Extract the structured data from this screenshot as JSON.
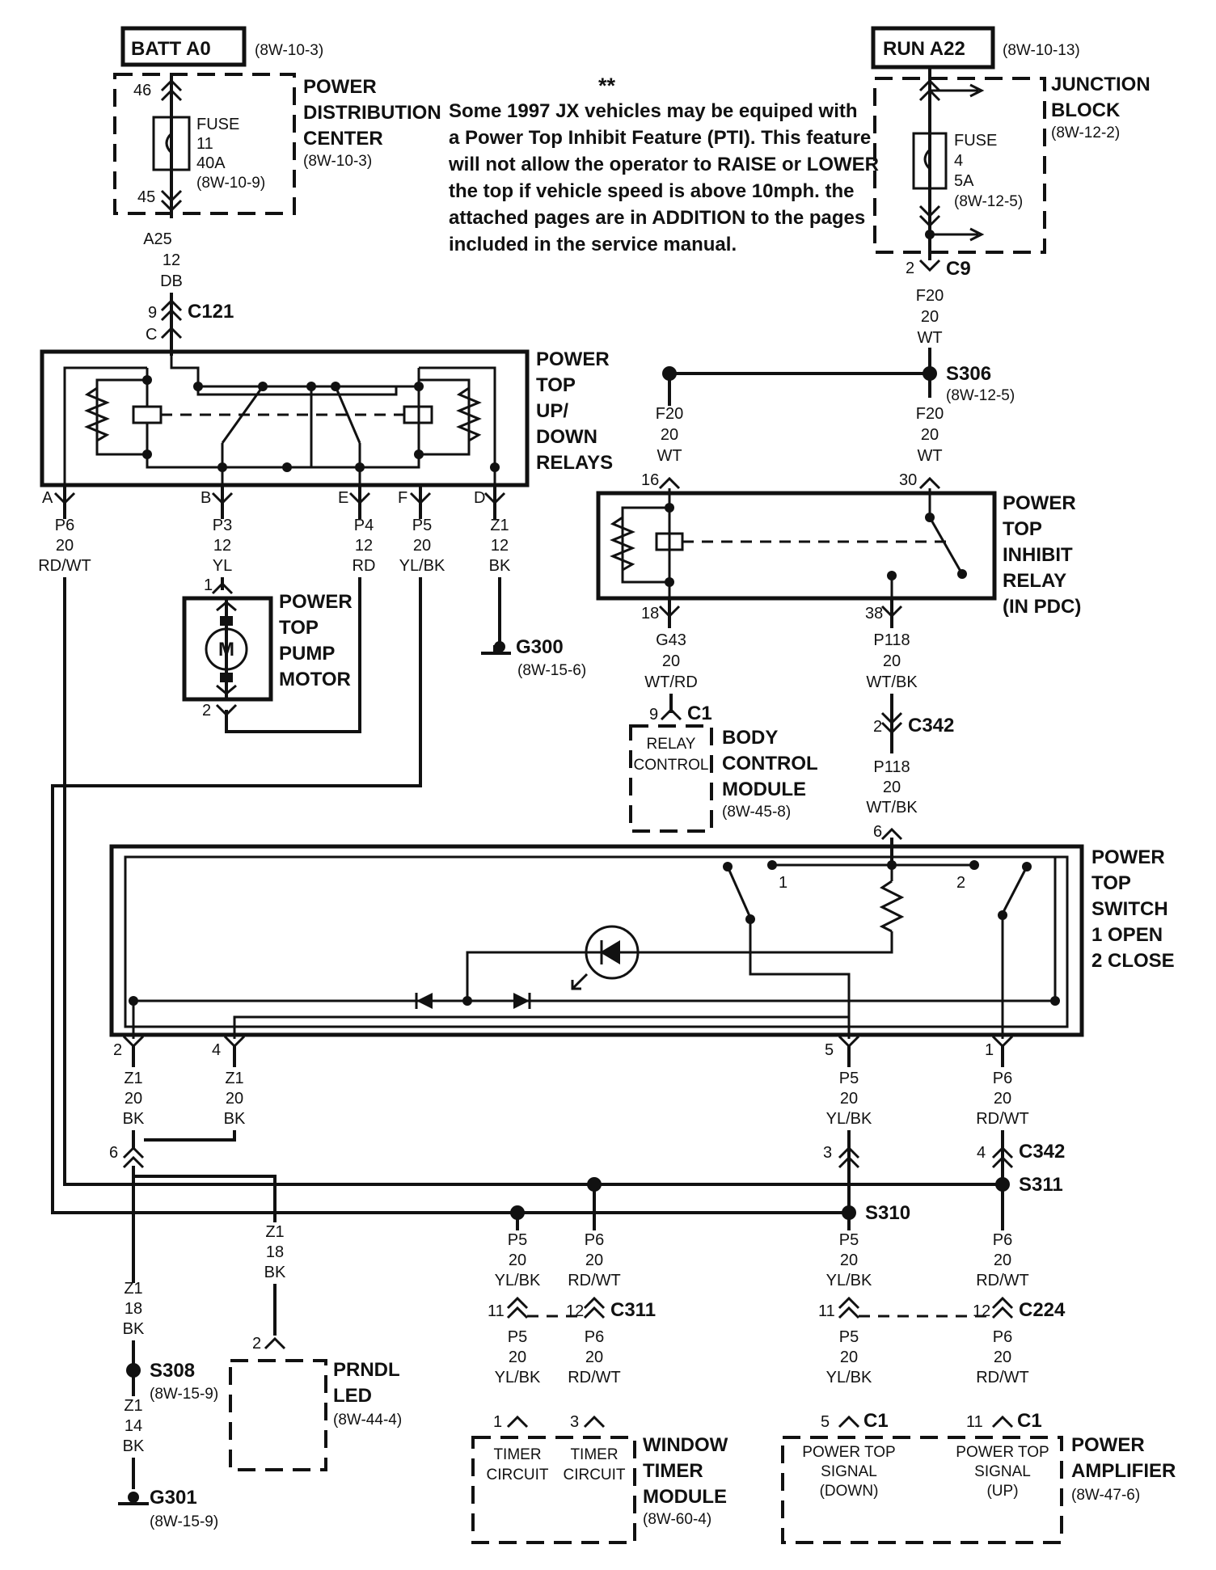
{
  "note": {
    "stars": "**",
    "lines": [
      "Some 1997 JX vehicles may be equiped with",
      "a Power Top Inhibit Feature (PTI). This feature",
      "will not allow the operator to RAISE or LOWER",
      "the top if vehicle speed is above 10mph. the",
      "attached pages are in ADDITION to the pages",
      "included in the service manual."
    ]
  },
  "sources": {
    "batt": {
      "label": "BATT A0",
      "ref": "(8W-10-3)"
    },
    "run": {
      "label": "RUN A22",
      "ref": "(8W-10-13)"
    }
  },
  "pdc": {
    "title": [
      "POWER",
      "DISTRIBUTION",
      "CENTER"
    ],
    "ref": "(8W-10-3)",
    "fuse": [
      "FUSE",
      "11",
      "40A",
      "(8W-10-9)"
    ],
    "pin_in": "46",
    "pin_out": "45"
  },
  "junction_block": {
    "title": [
      "JUNCTION",
      "BLOCK"
    ],
    "ref": "(8W-12-2)",
    "fuse": [
      "FUSE",
      "4",
      "5A",
      "(8W-12-5)"
    ]
  },
  "wires": {
    "a25": [
      "A25",
      "12",
      "DB"
    ],
    "f20_top": [
      "F20",
      "20",
      "WT"
    ],
    "f20_left": [
      "F20",
      "20",
      "WT"
    ],
    "f20_right": [
      "F20",
      "20",
      "WT"
    ],
    "p6_a": [
      "P6",
      "20",
      "RD/WT"
    ],
    "p3": [
      "P3",
      "12",
      "YL"
    ],
    "p4": [
      "P4",
      "12",
      "RD"
    ],
    "p5_f": [
      "P5",
      "20",
      "YL/BK"
    ],
    "z1_d": [
      "Z1",
      "12",
      "BK"
    ],
    "g43": [
      "G43",
      "20",
      "WT/RD"
    ],
    "p118_a": [
      "P118",
      "20",
      "WT/BK"
    ],
    "p118_b": [
      "P118",
      "20",
      "WT/BK"
    ],
    "z1_2": [
      "Z1",
      "20",
      "BK"
    ],
    "z1_4": [
      "Z1",
      "20",
      "BK"
    ],
    "p5_5": [
      "P5",
      "20",
      "YL/BK"
    ],
    "p6_1": [
      "P6",
      "20",
      "RD/WT"
    ],
    "z1_18a": [
      "Z1",
      "18",
      "BK"
    ],
    "z1_18b": [
      "Z1",
      "18",
      "BK"
    ],
    "z1_14": [
      "Z1",
      "14",
      "BK"
    ],
    "p5_w1": [
      "P5",
      "20",
      "YL/BK"
    ],
    "p6_w1": [
      "P6",
      "20",
      "RD/WT"
    ],
    "p5_w2": [
      "P5",
      "20",
      "YL/BK"
    ],
    "p6_w2": [
      "P6",
      "20",
      "RD/WT"
    ],
    "p5_a1": [
      "P5",
      "20",
      "YL/BK"
    ],
    "p6_a1": [
      "P6",
      "20",
      "RD/WT"
    ],
    "p5_a2": [
      "P5",
      "20",
      "YL/BK"
    ],
    "p6_a2": [
      "P6",
      "20",
      "RD/WT"
    ]
  },
  "connectors": {
    "c121": "C121",
    "c121_pin9": "9",
    "c121_pinC": "C",
    "c9": "C9",
    "c9_pin": "2",
    "c1": "C1",
    "c1_pin": "9",
    "c342": "C342",
    "c342_pin": "2",
    "c342_b": "C342",
    "c342_b_pin": "4",
    "c311": "C311",
    "c311_p11": "11",
    "c311_p12": "12",
    "c224": "C224",
    "c224_p11": "11",
    "c224_p12": "12",
    "c1_amp5": "C1",
    "c1_amp5_pin": "5",
    "c1_amp11": "C1",
    "c1_amp11_pin": "11",
    "pin6": "6",
    "pin3": "3"
  },
  "splices": {
    "s306": "S306",
    "s306_ref": "(8W-12-5)",
    "s310": "S310",
    "s311": "S311",
    "s308": "S308",
    "s308_ref": "(8W-15-9)"
  },
  "grounds": {
    "g300": "G300",
    "g300_ref": "(8W-15-6)",
    "g301": "G301",
    "g301_ref": "(8W-15-9)"
  },
  "relays_updown": {
    "title": [
      "POWER",
      "TOP",
      "UP/",
      "DOWN",
      "RELAYS"
    ],
    "pins": [
      "A",
      "B",
      "E",
      "F",
      "D"
    ]
  },
  "inhibit_relay": {
    "title": [
      "POWER",
      "TOP",
      "INHIBIT",
      "RELAY",
      "(IN PDC)"
    ],
    "pins": [
      "16",
      "30",
      "18",
      "38"
    ]
  },
  "pump_motor": {
    "title": [
      "POWER",
      "TOP",
      "PUMP",
      "MOTOR"
    ],
    "m": "M",
    "pins": [
      "1",
      "2"
    ]
  },
  "bcm": {
    "title": [
      "BODY",
      "CONTROL",
      "MODULE"
    ],
    "ref": "(8W-45-8)",
    "inner": [
      "RELAY",
      "CONTROL"
    ]
  },
  "switch": {
    "title": [
      "POWER",
      "TOP",
      "SWITCH",
      "1 OPEN",
      "2 CLOSE"
    ],
    "pos1": "1",
    "pos2": "2",
    "pin_top": "6",
    "pins": [
      "2",
      "4",
      "5",
      "1"
    ]
  },
  "prndl": {
    "title": [
      "PRNDL",
      "LED"
    ],
    "ref": "(8W-44-4)",
    "pin": "2"
  },
  "window_timer": {
    "title": [
      "WINDOW",
      "TIMER",
      "MODULE"
    ],
    "ref": "(8W-60-4)",
    "c1": [
      "TIMER",
      "CIRCUIT"
    ],
    "c2": [
      "TIMER",
      "CIRCUIT"
    ],
    "pin1": "1",
    "pin3": "3"
  },
  "amp": {
    "title": [
      "POWER",
      "AMPLIFIER"
    ],
    "ref": "(8W-47-6)",
    "down": [
      "POWER TOP",
      "SIGNAL",
      "(DOWN)"
    ],
    "up": [
      "POWER TOP",
      "SIGNAL",
      "(UP)"
    ]
  }
}
